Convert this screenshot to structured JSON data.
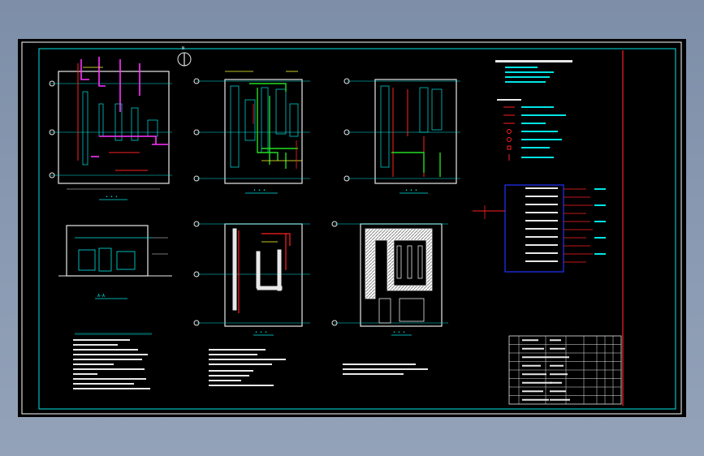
{
  "drawing": {
    "colors": {
      "background": "#000000",
      "frame": "#ffffff",
      "cyan": "#00e5e5",
      "red": "#ff2020",
      "magenta": "#ff33ff",
      "green": "#22dd22",
      "yellow": "#ffff33",
      "blue": "#2233ff",
      "white": "#e8e8e8"
    },
    "labels": {
      "section": "A-A",
      "north": "N"
    },
    "title_block": {
      "rows": 8
    }
  }
}
